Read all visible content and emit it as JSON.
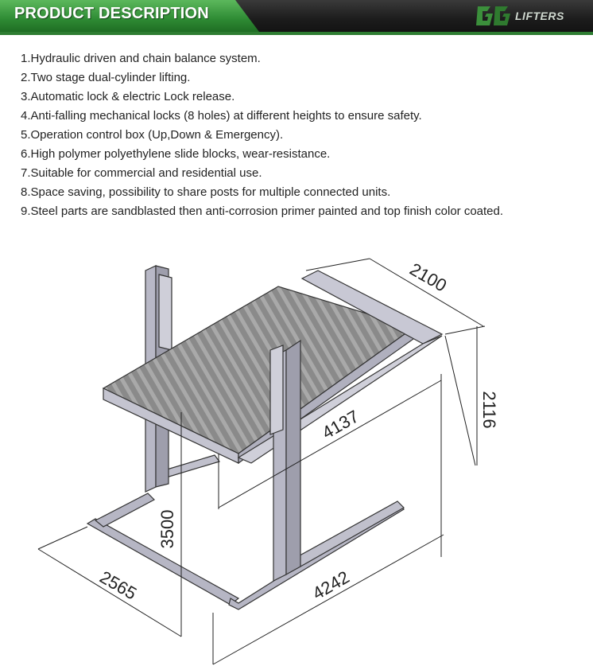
{
  "header": {
    "title": "PRODUCT DESCRIPTION",
    "logo_text": "LIFTERS",
    "accent_color": "#2e8b34"
  },
  "features": [
    "1.Hydraulic driven and chain balance system.",
    "2.Two stage dual-cylinder lifting.",
    "3.Automatic lock & electric Lock release.",
    "4.Anti-falling mechanical locks (8 holes) at different heights to ensure safety.",
    "5.Operation control box (Up,Down & Emergency).",
    "6.High polymer polyethylene slide blocks, wear-resistance.",
    "7.Suitable for commercial and residential use.",
    "8.Space saving, possibility to share posts for multiple connected units.",
    "9.Steel parts are sandblasted then anti-corrosion primer painted and top finish color coated."
  ],
  "drawing": {
    "dimensions": {
      "width": "2100",
      "height": "2116",
      "platform_length": "4137",
      "lift_height": "3500",
      "base_width": "2565",
      "total_length": "4242"
    }
  }
}
